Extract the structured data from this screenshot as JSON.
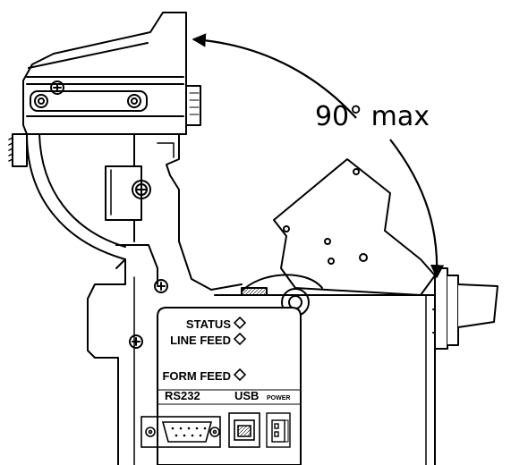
{
  "annotation": {
    "rotation": "90° max"
  },
  "panel": {
    "status": "STATUS",
    "line_feed": "LINE FEED",
    "form_feed": "FORM FEED",
    "rs232": "RS232",
    "usb": "USB",
    "power": "POWER"
  },
  "colors": {
    "stroke": "#000000",
    "background": "#ffffff"
  }
}
